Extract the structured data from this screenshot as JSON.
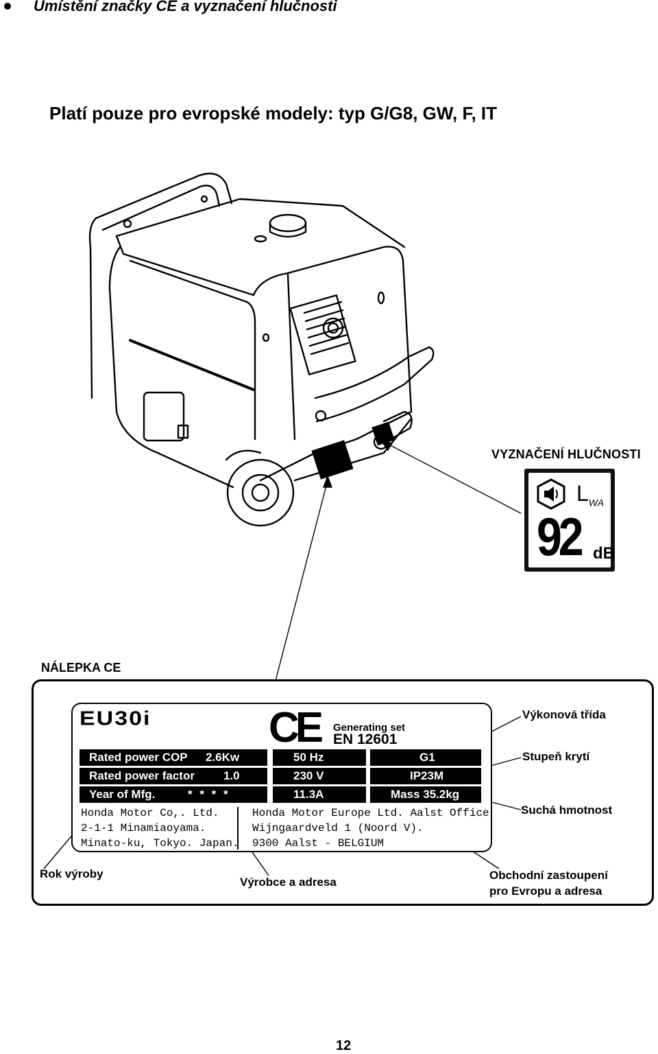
{
  "header": {
    "bullet_title": "Umístění značky CE a vyznačení hlučnosti",
    "subtitle": "Platí pouze pro evropské modely: typ G/G8, GW, F, IT"
  },
  "noise_label": {
    "title": "VYZNAČENÍ HLUČNOSTI",
    "lwa": "L",
    "lwa_sub": "WA",
    "value": "92",
    "unit": "dB"
  },
  "ce_label": {
    "title": "NÁLEPKA CE",
    "model": "EU30i",
    "ce_mark": "CE",
    "generating_set": "Generating set",
    "standard": "EN 12601",
    "rows": [
      {
        "label": "Rated power COP",
        "value": "2.6Kw",
        "mid": "50 Hz",
        "right": "G1"
      },
      {
        "label": "Rated power factor",
        "value": "1.0",
        "mid": "230 V",
        "right": "IP23M"
      },
      {
        "label": "Year of Mfg.",
        "value": "* * * *",
        "mid": "11.3A",
        "right": "Mass 35.2kg"
      }
    ],
    "manufacturer": [
      "Honda Motor Co,. Ltd.",
      "2-1-1 Minamiaoyama.",
      "Minato-ku, Tokyo. Japan."
    ],
    "europe_office": [
      "Honda Motor Europe Ltd. Aalst Office",
      "Wijngaardveld 1 (Noord V).",
      "9300 Aalst - BELGIUM"
    ]
  },
  "annotations": {
    "power_class": "Výkonová třída",
    "protection": "Stupeň krytí",
    "dry_weight": "Suchá hmotnost",
    "year_of_manufacture": "Rok výroby",
    "manufacturer_address": "Výrobce a adresa",
    "eu_representative_line1": "Obchodní zastoupení",
    "eu_representative_line2": "pro Evropu a adresa"
  },
  "footer": {
    "page_number": "12"
  },
  "icons": [
    "bullet-icon",
    "generator-illustration",
    "speaker-hexagon-icon"
  ]
}
